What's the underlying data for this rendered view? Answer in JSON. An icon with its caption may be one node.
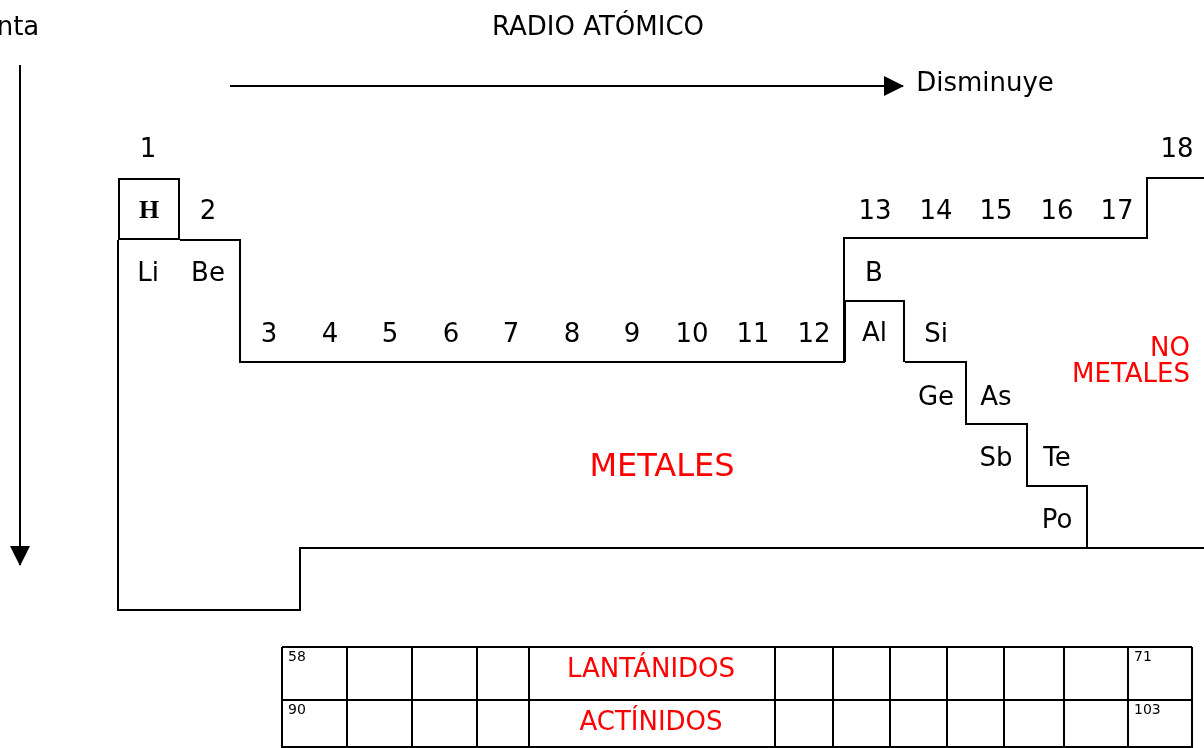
{
  "diagram": {
    "title": "RADIO ATÓMICO",
    "nodes": [
      {
        "text": [
          "H"
        ]
      },
      {
        "text": [
          "Al"
        ]
      }
    ],
    "labels": [
      "nta",
      "Disminuye",
      "1",
      "18",
      "2",
      "13",
      "14",
      "15",
      "16",
      "17",
      "Li",
      "Be",
      "B",
      "3",
      "4",
      "5",
      "6",
      "7",
      "8",
      "9",
      "10",
      "11",
      "12",
      "Si",
      "NO METALES",
      "Ge",
      "As",
      "METALES",
      "Sb",
      "Te",
      "Po",
      "58",
      "LANTÁNIDOS",
      "71",
      "90",
      "ACTÍNIDOS",
      "103"
    ]
  }
}
